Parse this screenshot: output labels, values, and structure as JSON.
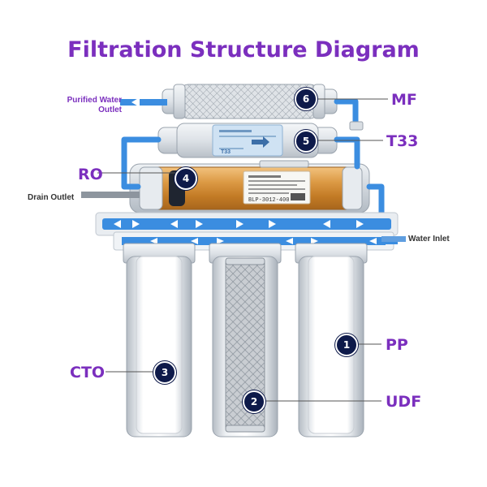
{
  "title": "Filtration Structure Diagram",
  "labels": {
    "purified_line1": "Purified Water",
    "purified_line2": "Outlet",
    "drain": "Drain Outlet",
    "inlet": "Water Inlet",
    "ro": "RO",
    "mf": "MF",
    "t33": "T33",
    "pp": "PP",
    "udf": "UDF",
    "cto": "CTO"
  },
  "markers": [
    "1",
    "2",
    "3",
    "4",
    "5",
    "6"
  ],
  "product_text": {
    "ro_sticker": "BLP-3012-400",
    "t33_sticker": "T33"
  },
  "colors": {
    "accent": "#7b2fbe",
    "marker": "#0e1a4a",
    "pipe": "#3b8de0",
    "membrane": "#d7913a"
  }
}
